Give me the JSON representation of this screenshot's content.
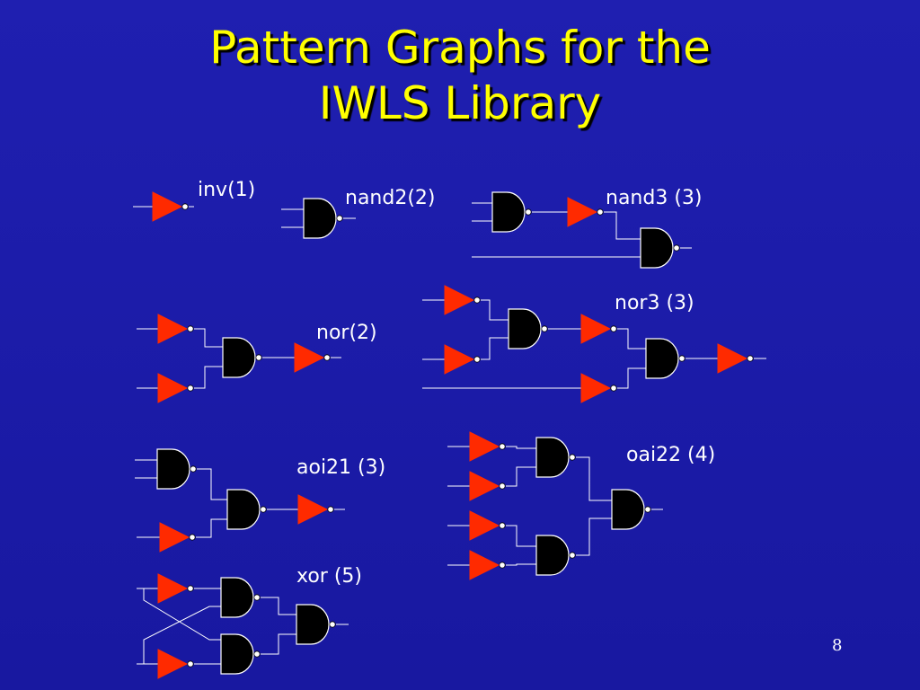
{
  "slide": {
    "title": "Pattern Graphs for the\nIWLS Library",
    "page_number": "8",
    "colors": {
      "background": "#1818a0",
      "title": "#ffff00",
      "inverter": "#ff2a00",
      "gate": "#000000",
      "wire": "#ffffff"
    }
  },
  "patterns": [
    {
      "label": "inv(1)"
    },
    {
      "label": "nand2(2)"
    },
    {
      "label": "nand3 (3)"
    },
    {
      "label": "nor(2)"
    },
    {
      "label": "nor3 (3)"
    },
    {
      "label": "aoi21 (3)"
    },
    {
      "label": "oai22 (4)"
    },
    {
      "label": "xor (5)"
    }
  ]
}
